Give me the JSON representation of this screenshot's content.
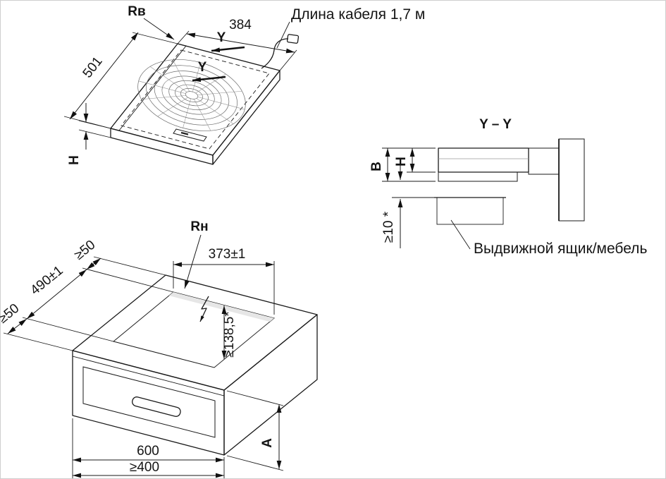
{
  "figures": {
    "cooktop": {
      "corner_radius": "Rв",
      "width": "384",
      "cable": "Длина кабеля 1,7 м",
      "section_marker": "Y",
      "depth": "501",
      "height": "H"
    },
    "section": {
      "title": "Y – Y",
      "overall_height": "B",
      "body_height": "H",
      "min_gap": "≥10 *",
      "furniture": "Выдвижной ящик/мебель"
    },
    "cutout": {
      "rear_clearance": "≥50",
      "radius": "Rн",
      "width": "373±1",
      "depth": "490±1",
      "front_clearance": "≥50",
      "min_height": "≥138,5*",
      "cabinet_width": "600",
      "min_cabinet_width": "≥400",
      "front_height": "A"
    }
  }
}
